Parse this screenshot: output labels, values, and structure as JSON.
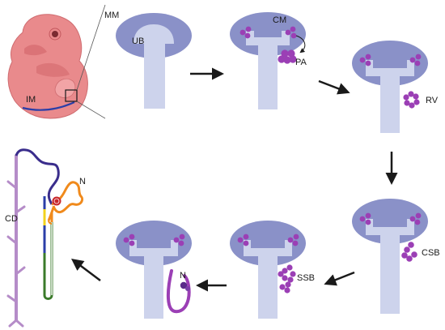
{
  "labels": {
    "mm": "MM",
    "ub": "UB",
    "im": "IM",
    "cm": "CM",
    "pa": "PA",
    "rv": "RV",
    "csb": "CSB",
    "ssb": "SSB",
    "n_stage": "N",
    "n_nephron": "N",
    "cd": "CD"
  },
  "colors": {
    "mesenchyme": "#8a91c8",
    "bud": "#cdd3ec",
    "cells": "#9b3fb5",
    "embryo": "#e98a8c",
    "arrow": "#1a1a1a",
    "glomerulus": "#3a2d8c",
    "distal": "#f08a1c",
    "yellow": "#f2d21c",
    "blue": "#2b3ea8",
    "green": "#3a7a2a",
    "collecting_duct": "#b58cc8"
  }
}
